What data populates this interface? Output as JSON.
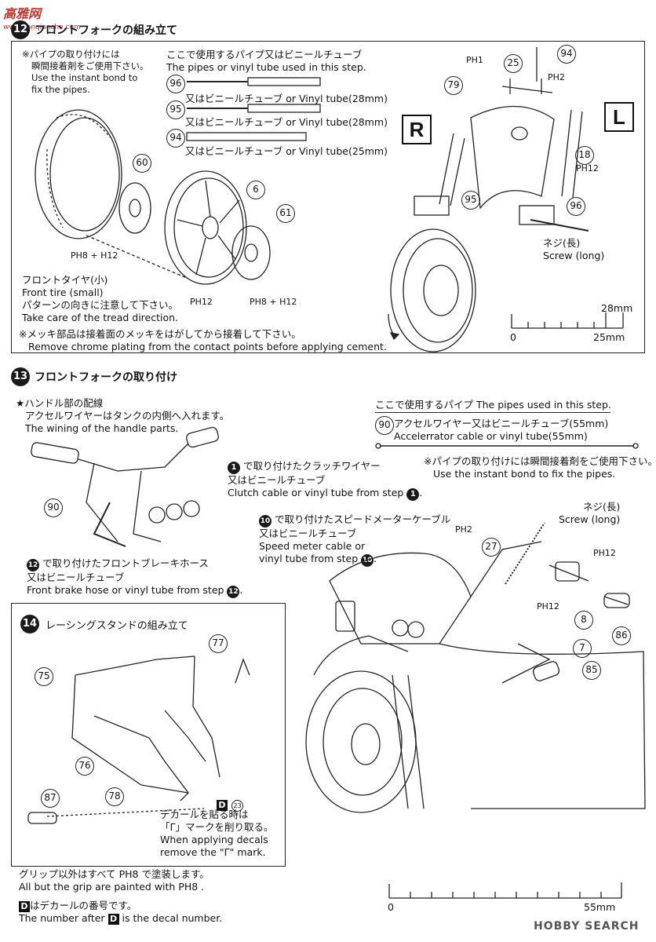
{
  "watermark_top": {
    "logo": "高雅网",
    "site": "www.ganqianche.com"
  },
  "step12": {
    "number": "12",
    "title": "フロントフォークの組み立て",
    "pipe_note_jp1": "※パイプの取り付けには",
    "pipe_note_jp2": "瞬間接着剤をご使用下さい。",
    "pipe_note_en1": "Use the instant bond to",
    "pipe_note_en2": "fix the pipes.",
    "pipes_header_jp": "ここで使用するパイプ又はビニールチューブ",
    "pipes_header_en": "The pipes or vinyl tube used in this step.",
    "pipes": [
      {
        "num": "96",
        "label": "又はビニールチューブ or Vinyl tube(28mm)"
      },
      {
        "num": "95",
        "label": "又はビニールチューブ or Vinyl tube(28mm)"
      },
      {
        "num": "94",
        "label": "又はビニールチューブ or Vinyl tube(25mm)"
      }
    ],
    "front_tire_jp": "フロントタイヤ(小)",
    "front_tire_en": "Front tire (small)",
    "tread_jp": "パターンの向きに注意して下さい。",
    "tread_en": "Take care of the tread direction.",
    "chrome_jp": "※メッキ部品は接着面のメッキをはがしてから接着して下さい。",
    "chrome_en": "Remove chrome plating from the contact points before applying cement.",
    "screw_jp": "ネジ(長)",
    "screw_en": "Screw (long)",
    "letter_r": "R",
    "letter_l": "L",
    "scale_top": "28mm",
    "scale_zero": "0",
    "scale_bottom": "25mm",
    "callouts": [
      "60",
      "6",
      "61",
      "25",
      "94",
      "79",
      "18",
      "95",
      "96"
    ],
    "paint": {
      "ph8_ph12": "PH8 + H12",
      "ph12": "PH12",
      "ph1": "PH1",
      "ph2": "PH2"
    }
  },
  "step13": {
    "number": "13",
    "title": "フロントフォークの取り付け",
    "handle_jp1": "★ハンドル部の配線",
    "handle_jp2": "アクセルワイヤーはタンクの内側へ入れます。",
    "handle_en": "The wining of the handle parts.",
    "pipes_header": "ここで使用するパイプ  The pipes used in this step.",
    "pipe90_jp": "アクセルワイヤー又はビニールチューブ(55mm)",
    "pipe90_en": "Accelerrator cable or vinyl tube(55mm)",
    "pipe_note_jp": "※パイプの取り付けには瞬間接着剤をご使用下さい。",
    "pipe_note_en": "Use the instant bond to fix the pipes.",
    "clutch_jp1": "で取り付けたクラッチワイヤー",
    "clutch_jp2": "又はビニールチューブ",
    "clutch_en": "Clutch cable or vinyl tube from step",
    "speed_jp1": "で取り付けたスピードメーターケーブル",
    "speed_jp2": "又はビニールチューブ",
    "speed_en1": "Speed meter cable or",
    "speed_en2": "vinyl tube from step",
    "brake_jp1": "で取り付けたフロントブレーキホース",
    "brake_jp2": "又はビニールチューブ",
    "brake_en": "Front brake hose or vinyl tube from step",
    "screw_jp": "ネジ(長)",
    "screw_en": "Screw (long)",
    "callouts": [
      "90",
      "27",
      "8",
      "86",
      "7",
      "85"
    ],
    "ref_steps": {
      "clutch": "1",
      "speed": "10",
      "brake": "12"
    },
    "scale_zero": "0",
    "scale_bottom": "55mm"
  },
  "step14": {
    "number": "14",
    "title": "レーシングスタンドの組み立て",
    "decal_jp1": "デカールを貼る時は",
    "decal_jp2": "「Γ」マークを削り取る。",
    "decal_en1": "When applying decals",
    "decal_en2": "remove the \"Γ\" mark.",
    "grip_jp": "グリップ以外はすべて PH8 で塗装します。",
    "grip_en": "All but the grip are painted with PH8 .",
    "decal_number_jp": "はデカールの番号です。",
    "decal_number_en1": "The number after",
    "decal_number_en2": "is the decal number.",
    "decal_letter": "D",
    "decal_ref": "23",
    "callouts": [
      "77",
      "75",
      "76",
      "87",
      "78"
    ]
  },
  "watermark_bottom": "HOBBY SEARCH"
}
